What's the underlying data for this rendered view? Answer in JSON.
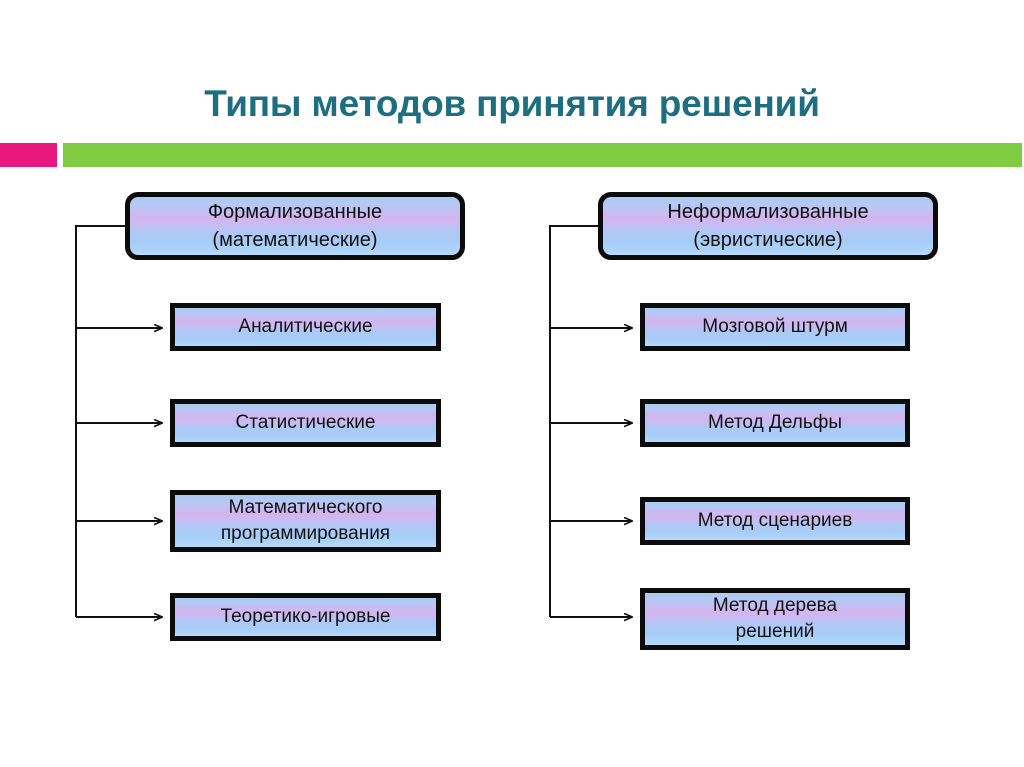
{
  "slide": {
    "title": "Типы методов принятия решений",
    "accent": {
      "pink": "#E8187E",
      "green": "#7FCB42",
      "title_color": "#1C6E80",
      "node_border": "#0B0B0B"
    }
  },
  "diagram": {
    "columns": [
      {
        "id": "formalized",
        "root": {
          "label": "Формализованные\n(математические)"
        },
        "children": [
          {
            "label": "Аналитические"
          },
          {
            "label": "Статистические"
          },
          {
            "label": "Математического\nпрограммирования"
          },
          {
            "label": "Теоретико-игровые"
          }
        ]
      },
      {
        "id": "non-formalized",
        "root": {
          "label": "Неформализованные\n(эвристические)"
        },
        "children": [
          {
            "label": "Мозговой штурм"
          },
          {
            "label": "Метод  Дельфы"
          },
          {
            "label": "Метод  сценариев"
          },
          {
            "label": "Метод  дерева\nрешений"
          }
        ]
      }
    ]
  }
}
